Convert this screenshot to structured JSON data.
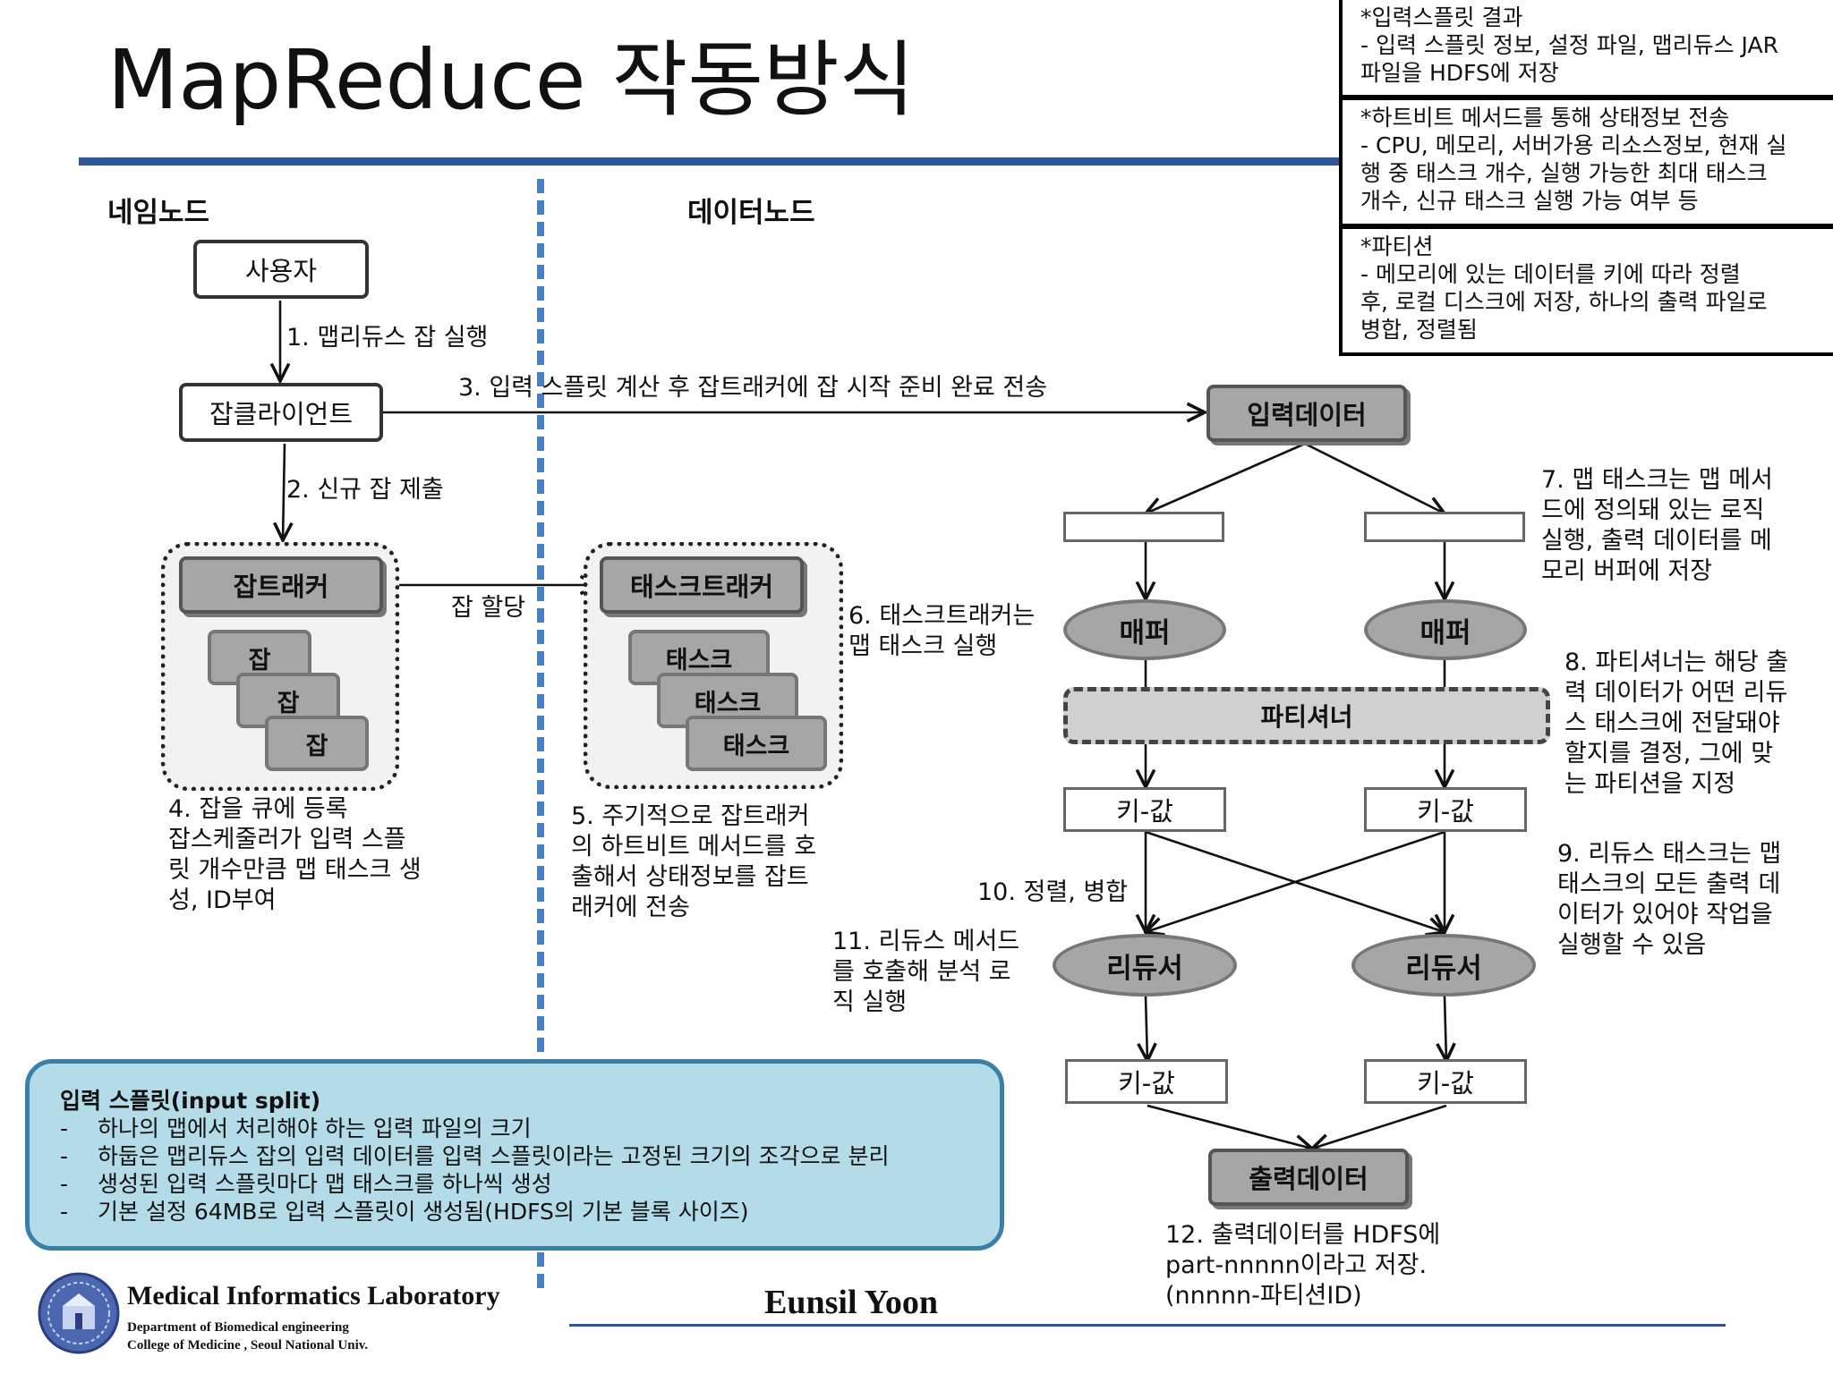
{
  "title": "MapReduce 작동방식",
  "sections": {
    "namenode": "네임노드",
    "datanode": "데이터노드"
  },
  "info_boxes": [
    {
      "lines": [
        "*입력스플릿 결과",
        "- 입력 스플릿 정보, 설정 파일, 맵리듀스 JAR",
        "파일을 HDFS에 저장"
      ]
    },
    {
      "lines": [
        "*하트비트 메서드를 통해 상태정보 전송",
        "- CPU, 메모리, 서버가용 리소스정보, 현재 실",
        "행 중 태스크 개수, 실행 가능한 최대 태스크",
        "개수, 신규 태스크 실행 가능 여부 등"
      ]
    },
    {
      "lines": [
        "*파티션",
        "- 메모리에 있는 데이터를 키에 따라 정렬",
        "후, 로컬 디스크에 저장, 하나의 출력 파일로",
        "병합, 정렬됨"
      ]
    }
  ],
  "nodes": {
    "user": "사용자",
    "job_client": "잡클라이언트",
    "job_tracker": "잡트래커",
    "jobs": [
      "잡",
      "잡",
      "잡"
    ],
    "task_tracker": "태스크트래커",
    "tasks": [
      "태스크",
      "태스크",
      "태스크"
    ],
    "input_data": "입력데이터",
    "mapper_left": "매퍼",
    "mapper_right": "매퍼",
    "partitioner": "파티셔너",
    "kv_left_1": "키-값",
    "kv_right_1": "키-값",
    "reducer_left": "리듀서",
    "reducer_right": "리듀서",
    "kv_left_2": "키-값",
    "kv_right_2": "키-값",
    "output_data": "출력데이터"
  },
  "steps": {
    "s1": "1. 맵리듀스 잡 실행",
    "s2": "2. 신규 잡 제출",
    "s3": "3. 입력 스플릿 계산 후 잡트래커에 잡 시작 준비 완료 전송",
    "assign": "잡 할당",
    "s4": [
      "4. 잡을 큐에 등록",
      "잡스케줄러가 입력 스플",
      "릿 개수만큼 맵 태스크 생",
      "성, ID부여"
    ],
    "s5": [
      "5. 주기적으로 잡트래커",
      "의 하트비트 메서드를 호",
      "출해서 상태정보를 잡트",
      "래커에 전송"
    ],
    "s6": [
      "6. 태스크트래커는",
      "맵 태스크 실행"
    ],
    "s7": [
      "7. 맵 태스크는 맵 메서",
      "드에 정의돼 있는 로직",
      "실행, 출력 데이터를 메",
      "모리 버퍼에 저장"
    ],
    "s8": [
      "8. 파티셔너는 해당 출",
      "력 데이터가 어떤 리듀",
      "스 태스크에 전달돼야",
      "할지를 결정, 그에 맞",
      "는 파티션을 지정"
    ],
    "s9": [
      "9. 리듀스 태스크는 맵",
      "태스크의 모든 출력 데",
      "이터가 있어야 작업을",
      "실행할 수 있음"
    ],
    "s10": "10. 정렬, 병합",
    "s11": [
      "11. 리듀스 메서드",
      "를 호출해 분석 로",
      "직 실행"
    ],
    "s12": [
      "12. 출력데이터를 HDFS에",
      "part-nnnnn이라고 저장.",
      "(nnnnn-파티션ID)"
    ]
  },
  "input_split": {
    "heading": "입력 스플릿(input split)",
    "bullet": "-",
    "items": [
      "하나의 맵에서 처리해야 하는 입력 파일의 크기",
      "하둡은 맵리듀스 잡의 입력 데이터를 입력 스플릿이라는 고정된 크기의 조각으로 분리",
      "생성된 입력 스플릿마다 맵 태스크를 하나씩 생성",
      "기본 설정 64MB로 입력 스플릿이 생성됨(HDFS의 기본 블록 사이즈)"
    ]
  },
  "footer": {
    "lab": "Medical  Informatics Laboratory",
    "dept": "Department of Biomedical engineering",
    "college": "College of Medicine , Seoul  National  Univ.",
    "author": "Eunsil Yoon"
  },
  "colors": {
    "accent": "#2e5597",
    "divider": "#4a7fc4",
    "node_gray": "#a6a6a6",
    "split_bg": "#b3dbe8",
    "split_border": "#3a7fa8"
  }
}
